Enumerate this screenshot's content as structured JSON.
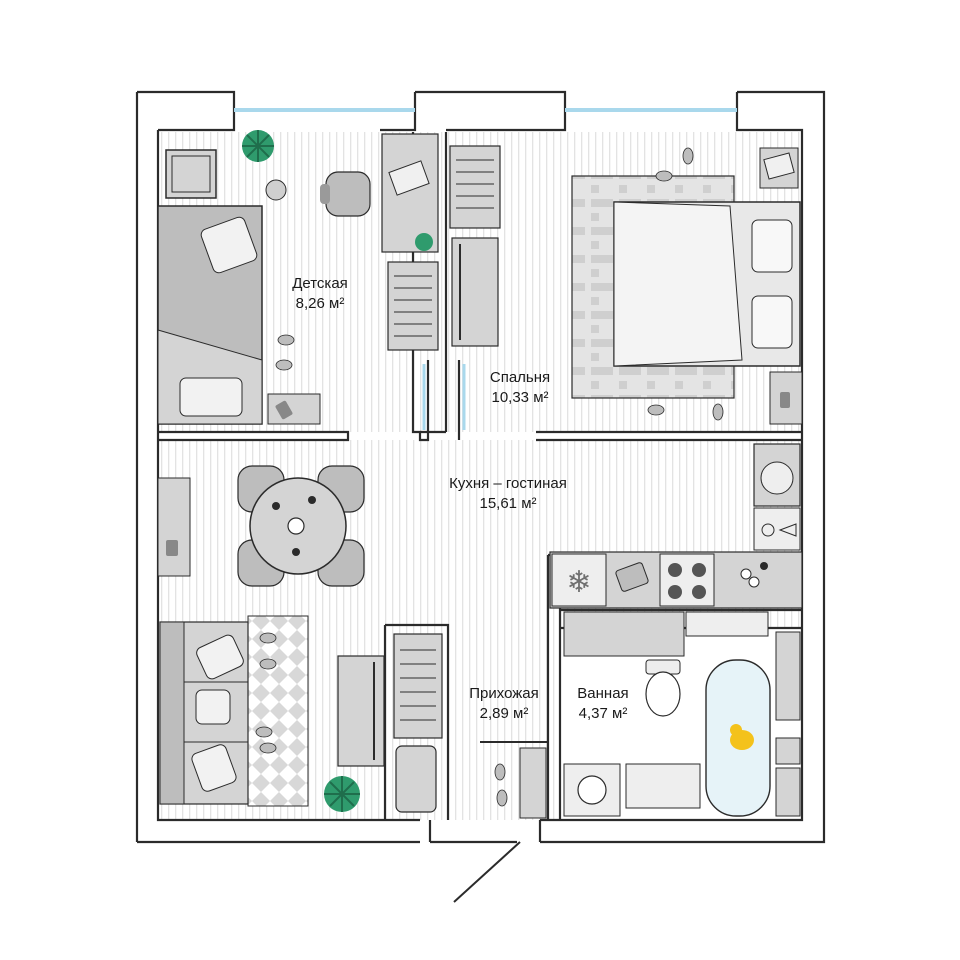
{
  "rooms": {
    "kids": {
      "name": "Детская",
      "area": "8,26 м²"
    },
    "bedroom": {
      "name": "Спальня",
      "area": "10,33 м²"
    },
    "kitchen_living": {
      "name": "Кухня – гостиная",
      "area": "15,61 м²"
    },
    "hallway": {
      "name": "Прихожая",
      "area": "2,89 м²"
    },
    "bathroom": {
      "name": "Ванная",
      "area": "4,37 м²"
    }
  },
  "colors": {
    "wall": "#2b2b2b",
    "furniture": "#d4d4d4",
    "furniture_dark": "#a8a8a8",
    "floor_stripe": "#e6e6e6",
    "window": "#a9d8ec",
    "plant": "#2f9b6d",
    "duck": "#f4c21b"
  }
}
